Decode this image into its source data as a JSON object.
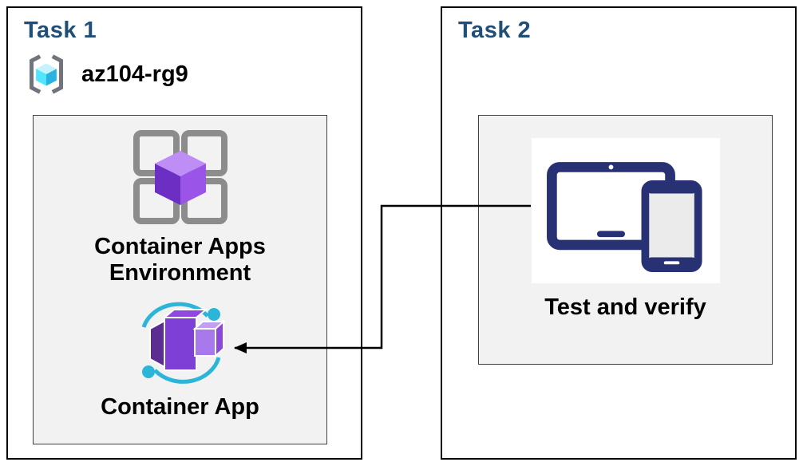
{
  "task1": {
    "title": "Task 1",
    "resource_group": "az104-rg9",
    "environment_label": "Container Apps Environment",
    "container_app_label": "Container App"
  },
  "task2": {
    "title": "Task 2",
    "test_label": "Test and verify"
  },
  "icons": {
    "resource_group": "azure-resource-group-icon",
    "environment": "container-apps-environment-icon",
    "container_app": "container-app-icon",
    "devices": "tablet-and-phone-icon",
    "connector": "arrow-connector"
  },
  "colors": {
    "title_blue": "#1F4E79",
    "border_black": "#000000",
    "inner_box_gray": "#F2F2F2",
    "grid_gray": "#8C8C8C",
    "bracket_gray": "#70757D",
    "cube_cyan": "#50E6FF",
    "purple_dark": "#5C2D91",
    "purple_mid": "#7E3FD6",
    "purple_light": "#A879EC",
    "teal": "#2BB6D9",
    "device_navy": "#283173"
  }
}
